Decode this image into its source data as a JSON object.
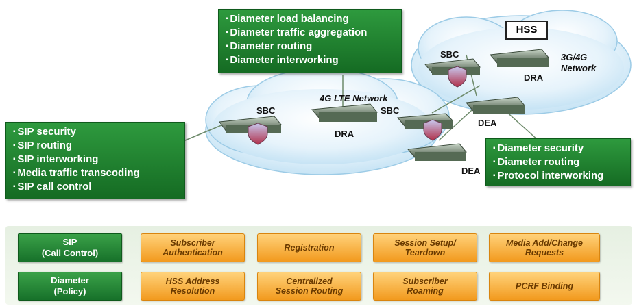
{
  "boxes": {
    "top": [
      "Diameter load balancing",
      "Diameter traffic aggregation",
      "Diameter routing",
      "Diameter interworking"
    ],
    "left": [
      "SIP security",
      "SIP routing",
      "SIP interworking",
      "Media traffic transcoding",
      "SIP call control"
    ],
    "right": [
      "Diameter security",
      "Diameter routing",
      "Protocol interworking"
    ]
  },
  "network": {
    "lte_label": "4G LTE Network",
    "net3g_label_line1": "3G/4G",
    "net3g_label_line2": "Network",
    "hss": "HSS",
    "sbc_left": "SBC",
    "dra_center": "DRA",
    "sbc_center": "SBC",
    "dea_center": "DEA",
    "sbc_right": "SBC",
    "dra_right": "DRA",
    "dea_bottom": "DEA"
  },
  "table": {
    "rows": [
      {
        "label1": "SIP",
        "label2": "(Call Control)",
        "cells": [
          "Subscriber\nAuthentication",
          "Registration",
          "Session Setup/\nTeardown",
          "Media Add/Change\nRequests"
        ]
      },
      {
        "label1": "Diameter",
        "label2": "(Policy)",
        "cells": [
          "HSS Address\nResolution",
          "Centralized\nSession Routing",
          "Subscriber\nRoaming",
          "PCRF Binding"
        ]
      }
    ]
  },
  "colors": {
    "green_dark": "#156b23",
    "green_light": "#2e9a3e",
    "orange": "#f29a1e",
    "cloud": "#d8ecf8"
  }
}
